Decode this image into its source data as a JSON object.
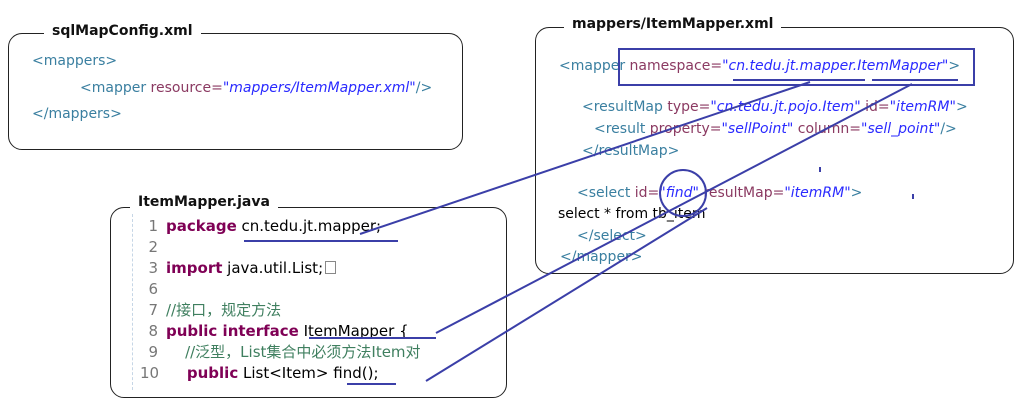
{
  "sqlmap": {
    "title": "sqlMapConfig.xml",
    "open_tag": "<mappers>",
    "mapper_open": "<mapper",
    "resource_attr": "resource=",
    "resource_value": "\"mappers/ItemMapper.xml\"",
    "mapper_close": "/>",
    "close_tag": "</mappers>"
  },
  "mapperxml": {
    "title": "mappers/ItemMapper.xml",
    "mapper_open": "<mapper",
    "namespace_attr": "namespace=",
    "namespace_value": "\"cn.tedu.jt.mapper.ItemMapper\"",
    "mapper_open_end": ">",
    "resultmap_open": "<resultMap",
    "type_attr": "type=",
    "type_value": "\"cn.tedu.jt.pojo.Item\"",
    "id_attr": "id=",
    "id_value": "\"itemRM\"",
    "resultmap_open_end": ">",
    "result_open": "<result",
    "property_attr": "property=",
    "property_value": "\"sellPoint\"",
    "column_attr": "column=",
    "column_value": "\"sell_point\"",
    "result_close": "/>",
    "resultmap_close": "</resultMap>",
    "select_open": "<select",
    "select_id_attr": "id=",
    "select_id_value": "\"find\"",
    "select_resultmap_attr": "resultMap=",
    "select_resultmap_value": "\"itemRM\"",
    "select_open_end": ">",
    "sql": "select * from tb_item",
    "select_close": "</select>",
    "mapper_close": "</mapper>"
  },
  "java": {
    "title": "ItemMapper.java",
    "lines": [
      {
        "no": "1",
        "kw": "package",
        "text": " cn.tedu.jt.mapper;"
      },
      {
        "no": "2",
        "text": ""
      },
      {
        "no": "3",
        "kw": "import",
        "text": " java.util.List;"
      },
      {
        "no": "6",
        "text": ""
      },
      {
        "no": "7",
        "comment": "//接口，规定方法"
      },
      {
        "no": "8",
        "kw": "public interface",
        "text": " ItemMapper {"
      },
      {
        "no": "9",
        "comment": "    //泛型，List集合中必须方法Item对"
      },
      {
        "no": "10",
        "kw": "    public",
        "text": " List<Item> find();"
      }
    ]
  },
  "colors": {
    "connector": "#3b3fa8",
    "xml_tag": "#3a7fa0",
    "xml_attr": "#8b3a62",
    "xml_string": "#2a2aff",
    "java_keyword": "#7f0055",
    "java_comment": "#3f7f5f"
  }
}
